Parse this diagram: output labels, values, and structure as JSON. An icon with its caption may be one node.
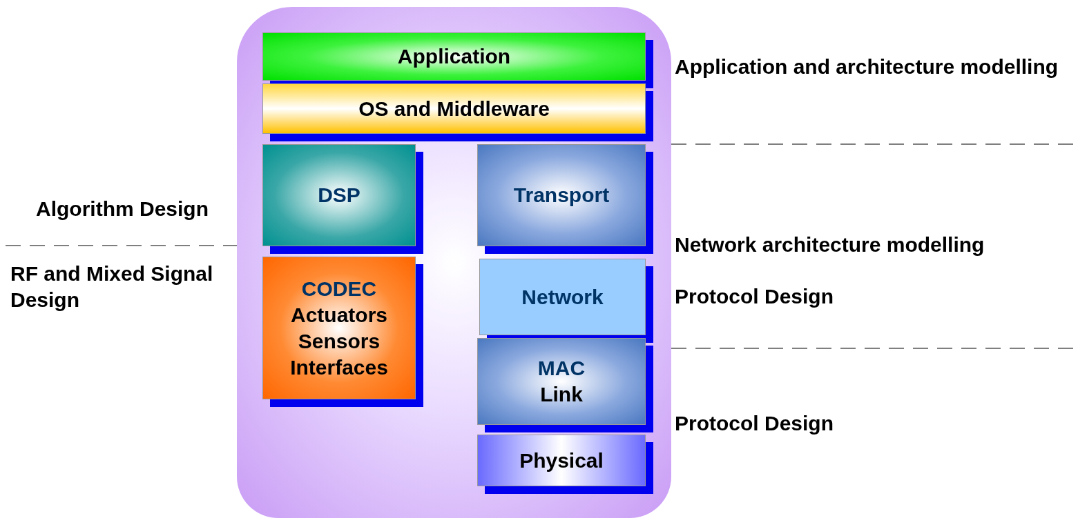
{
  "diagram": {
    "nodes": [
      {
        "text": [],
        "shape": "box"
      },
      {
        "text": [
          "Application"
        ],
        "in": 0
      },
      {
        "text": [
          "OS and Middleware"
        ],
        "in": 0
      },
      {
        "text": [
          "DSP"
        ],
        "in": 0
      },
      {
        "text": [
          "CODEC",
          "Actuators",
          "Sensors",
          "Interfaces"
        ],
        "in": 0
      },
      {
        "text": [
          "Transport"
        ],
        "in": 0
      },
      {
        "text": [
          "Network"
        ],
        "in": 0
      },
      {
        "text": [
          "MAC",
          "Link"
        ],
        "in": 0
      },
      {
        "text": [
          "Physical"
        ],
        "in": 0
      }
    ],
    "edges": [],
    "labels": [
      "Application and architecture modelling",
      "Algorithm Design",
      "Network architecture modelling",
      "RF and Mixed Signal Design",
      "Protocol Design",
      "Protocol Design"
    ]
  }
}
